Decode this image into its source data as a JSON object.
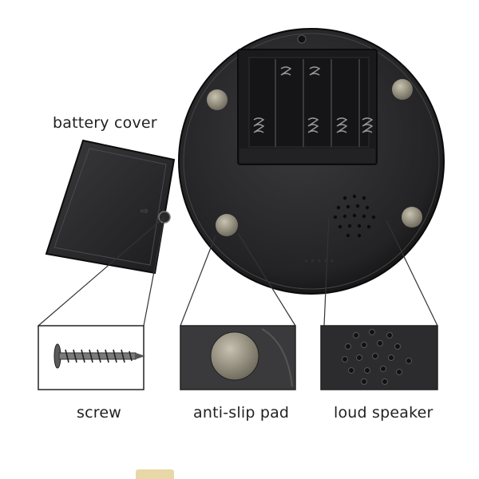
{
  "labels": {
    "battery_cover": "battery cover",
    "screw": "screw",
    "anti_slip_pad": "anti-slip pad",
    "loud_speaker": "loud speaker"
  },
  "colors": {
    "base": "#2a2a2c",
    "panel": "#161618",
    "spring": "#9a9a9a",
    "pad": "#8a8576",
    "line": "#333333"
  }
}
